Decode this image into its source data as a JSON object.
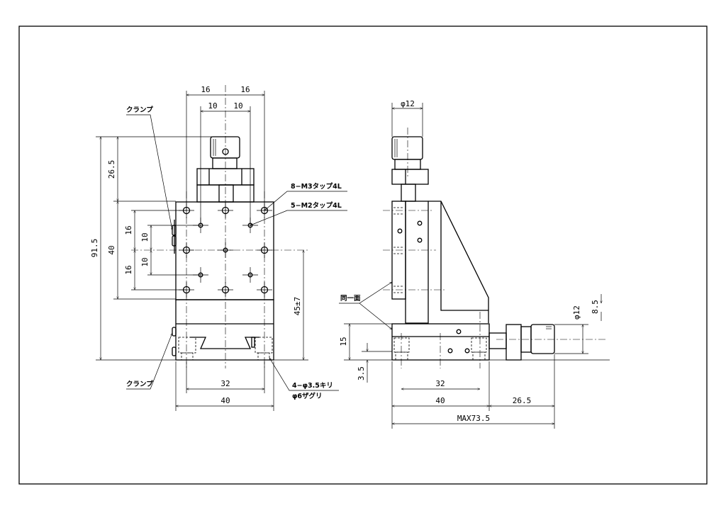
{
  "front_view": {
    "dims": {
      "width_outer_left": "16",
      "width_outer_right": "16",
      "width_inner_left": "10",
      "width_inner_right": "10",
      "total_height": "91.5",
      "knob_height": "26.5",
      "plate_height": "40",
      "hole_pitch_upper": "16",
      "hole_pitch_lower": "16",
      "small_pitch_upper": "10",
      "small_pitch_lower": "10",
      "stroke": "45±7",
      "mount_pitch": "32",
      "base_width": "40"
    },
    "labels": {
      "tap_m3": "8−M3タップ4L",
      "tap_m2": "5−M2タップ4L",
      "clamp_top": "クランプ",
      "clamp_bottom": "クランプ",
      "mount_hole_1": "4−φ3.5キリ",
      "mount_hole_2": "φ6ザグリ"
    }
  },
  "side_view": {
    "dims": {
      "knob_dia_top": "φ12",
      "knob_dia_side": "φ12",
      "axis_height": "8.5",
      "base_height": "15",
      "counterbore_depth": "3.5",
      "mount_pitch": "32",
      "base_width": "40",
      "micrometer_extension": "26.5",
      "max_length": "MAX73.5"
    },
    "labels": {
      "same_plane": "同一面"
    }
  }
}
